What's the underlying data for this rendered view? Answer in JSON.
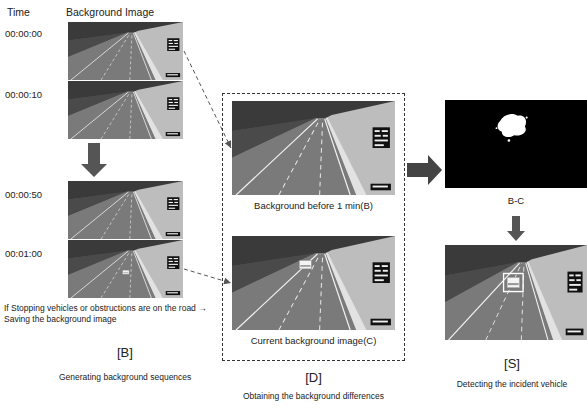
{
  "diagram": {
    "nodes": [
      {
        "text": [
          "00:00:00"
        ]
      },
      {
        "text": [
          "00:00:10"
        ]
      },
      {
        "text": [
          "00:00:50"
        ]
      },
      {
        "text": [
          "00:01:00"
        ]
      },
      {
        "text": [
          "[D]",
          "Obtaining the background differences"
        ]
      },
      {
        "text": [
          "Background before 1 min(B)"
        ],
        "in": 4
      },
      {
        "text": [
          "Current background image(C)"
        ],
        "in": 4
      },
      {
        "text": [
          "B-C"
        ]
      },
      {
        "text": [
          "[S]",
          "Detecting the incident vehicle"
        ]
      }
    ],
    "edges": [
      {
        "from": 1,
        "to": 2,
        "arrow": "to"
      },
      {
        "from": 0,
        "to": 5,
        "arrow": "to"
      },
      {
        "from": 3,
        "to": 6,
        "arrow": "to"
      },
      {
        "from": 4,
        "to": 7,
        "arrow": "to"
      },
      {
        "from": 7,
        "to": 8,
        "arrow": "to"
      }
    ],
    "labels": [
      "Time",
      "Background Image",
      "If Stopping vehicles or obstructions are on the road → Saving the background image",
      "[B]",
      "Generating background sequences"
    ]
  }
}
